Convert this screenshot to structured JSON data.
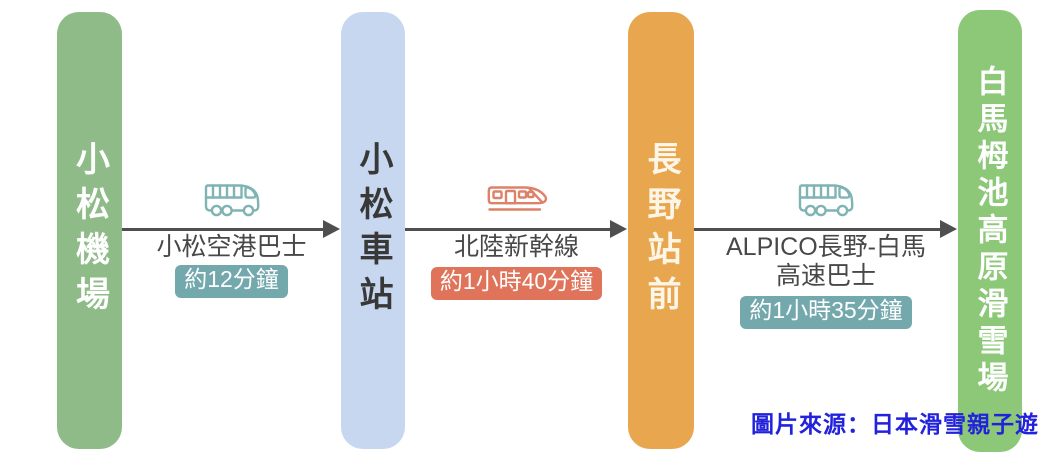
{
  "diagram_title": "Japan ski trip transit route diagram",
  "flow": {
    "stops": [
      {
        "label": "小松機場",
        "color": "#8EBB87",
        "text_color": "#FFFFFF"
      },
      {
        "label": "小松車站",
        "color": "#C7D7EF",
        "text_color": "#383838"
      },
      {
        "label": "長野站前",
        "color": "#E8A74E",
        "text_color": "#FFFFFF"
      },
      {
        "label": "白馬栂池高原滑雪場",
        "color": "#8CC878",
        "text_color": "#FFFFFF"
      }
    ],
    "legs": [
      {
        "mode": "bus",
        "icon": "bus-icon",
        "icon_color": "#7FB3B4",
        "name": "小松空港巴士",
        "duration": "約12分鐘",
        "badge_color": "#73A8AD"
      },
      {
        "mode": "train",
        "icon": "train-icon",
        "icon_color": "#DD8168",
        "name": "北陸新幹線",
        "duration": "約1小時40分鐘",
        "badge_color": "#E0745B"
      },
      {
        "mode": "bus",
        "icon": "bus-icon",
        "icon_color": "#7FB3B4",
        "name": "ALPICO長野-白馬\n高速巴士",
        "duration": "約1小時35分鐘",
        "badge_color": "#73A8AD"
      }
    ],
    "arrow_color": "#4F4F4F",
    "label_color": "#484848"
  },
  "credit": {
    "text": "圖片來源：日本滑雪親子遊",
    "color": "#2222DD"
  }
}
